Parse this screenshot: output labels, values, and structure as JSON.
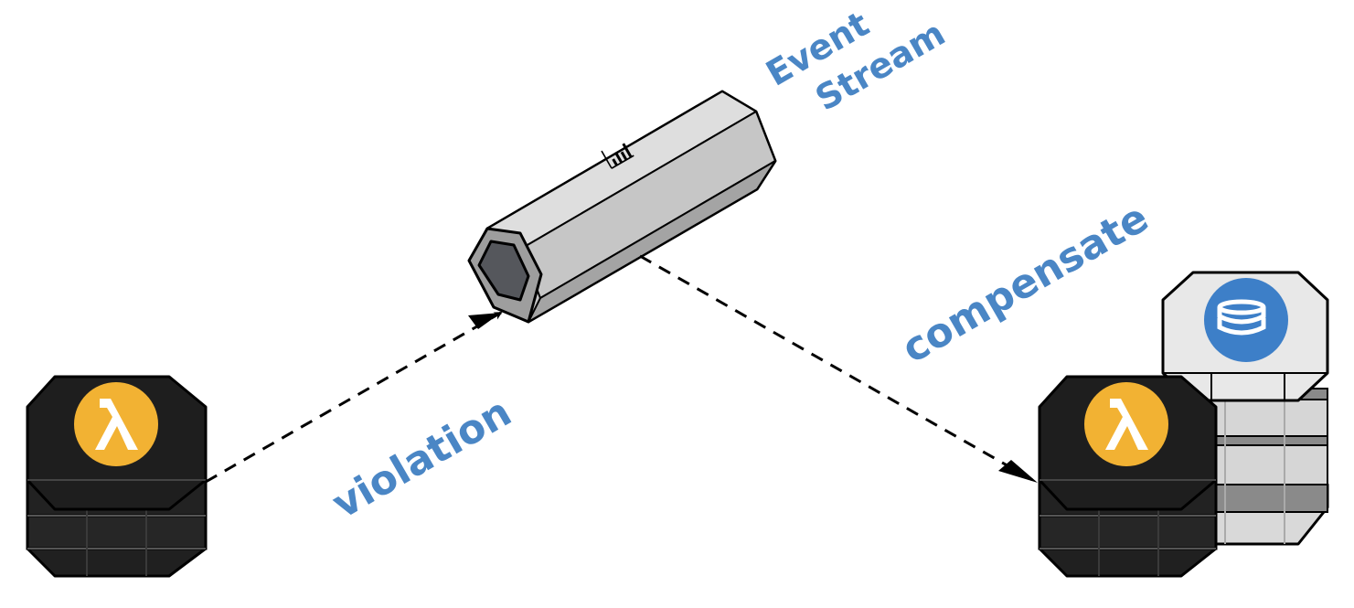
{
  "labels": {
    "event_stream_line1": "Event",
    "event_stream_line2": "Stream",
    "violation": "violation",
    "compensate": "compensate"
  },
  "nodes": [
    {
      "id": "lambda-source",
      "icon": "lambda-icon",
      "kind": "function-stack"
    },
    {
      "id": "event-stream",
      "icon": "bar-chart-icon",
      "kind": "stream-tube"
    },
    {
      "id": "lambda-target",
      "icon": "lambda-icon",
      "kind": "function-stack"
    },
    {
      "id": "database",
      "icon": "database-icon",
      "kind": "storage-stack"
    }
  ],
  "edges": [
    {
      "from": "lambda-source",
      "to": "event-stream",
      "label_key": "violation",
      "style": "dashed"
    },
    {
      "from": "event-stream",
      "to": "lambda-target",
      "label_key": "compensate",
      "style": "dashed"
    }
  ],
  "colors": {
    "label": "#4a86c5",
    "lambda_badge": "#f2b233",
    "db_badge": "#3d7fc8",
    "dark_block": "#222222",
    "light_block": "#d9d9d9",
    "tube": "#c6c6c6",
    "outline": "#000000"
  }
}
